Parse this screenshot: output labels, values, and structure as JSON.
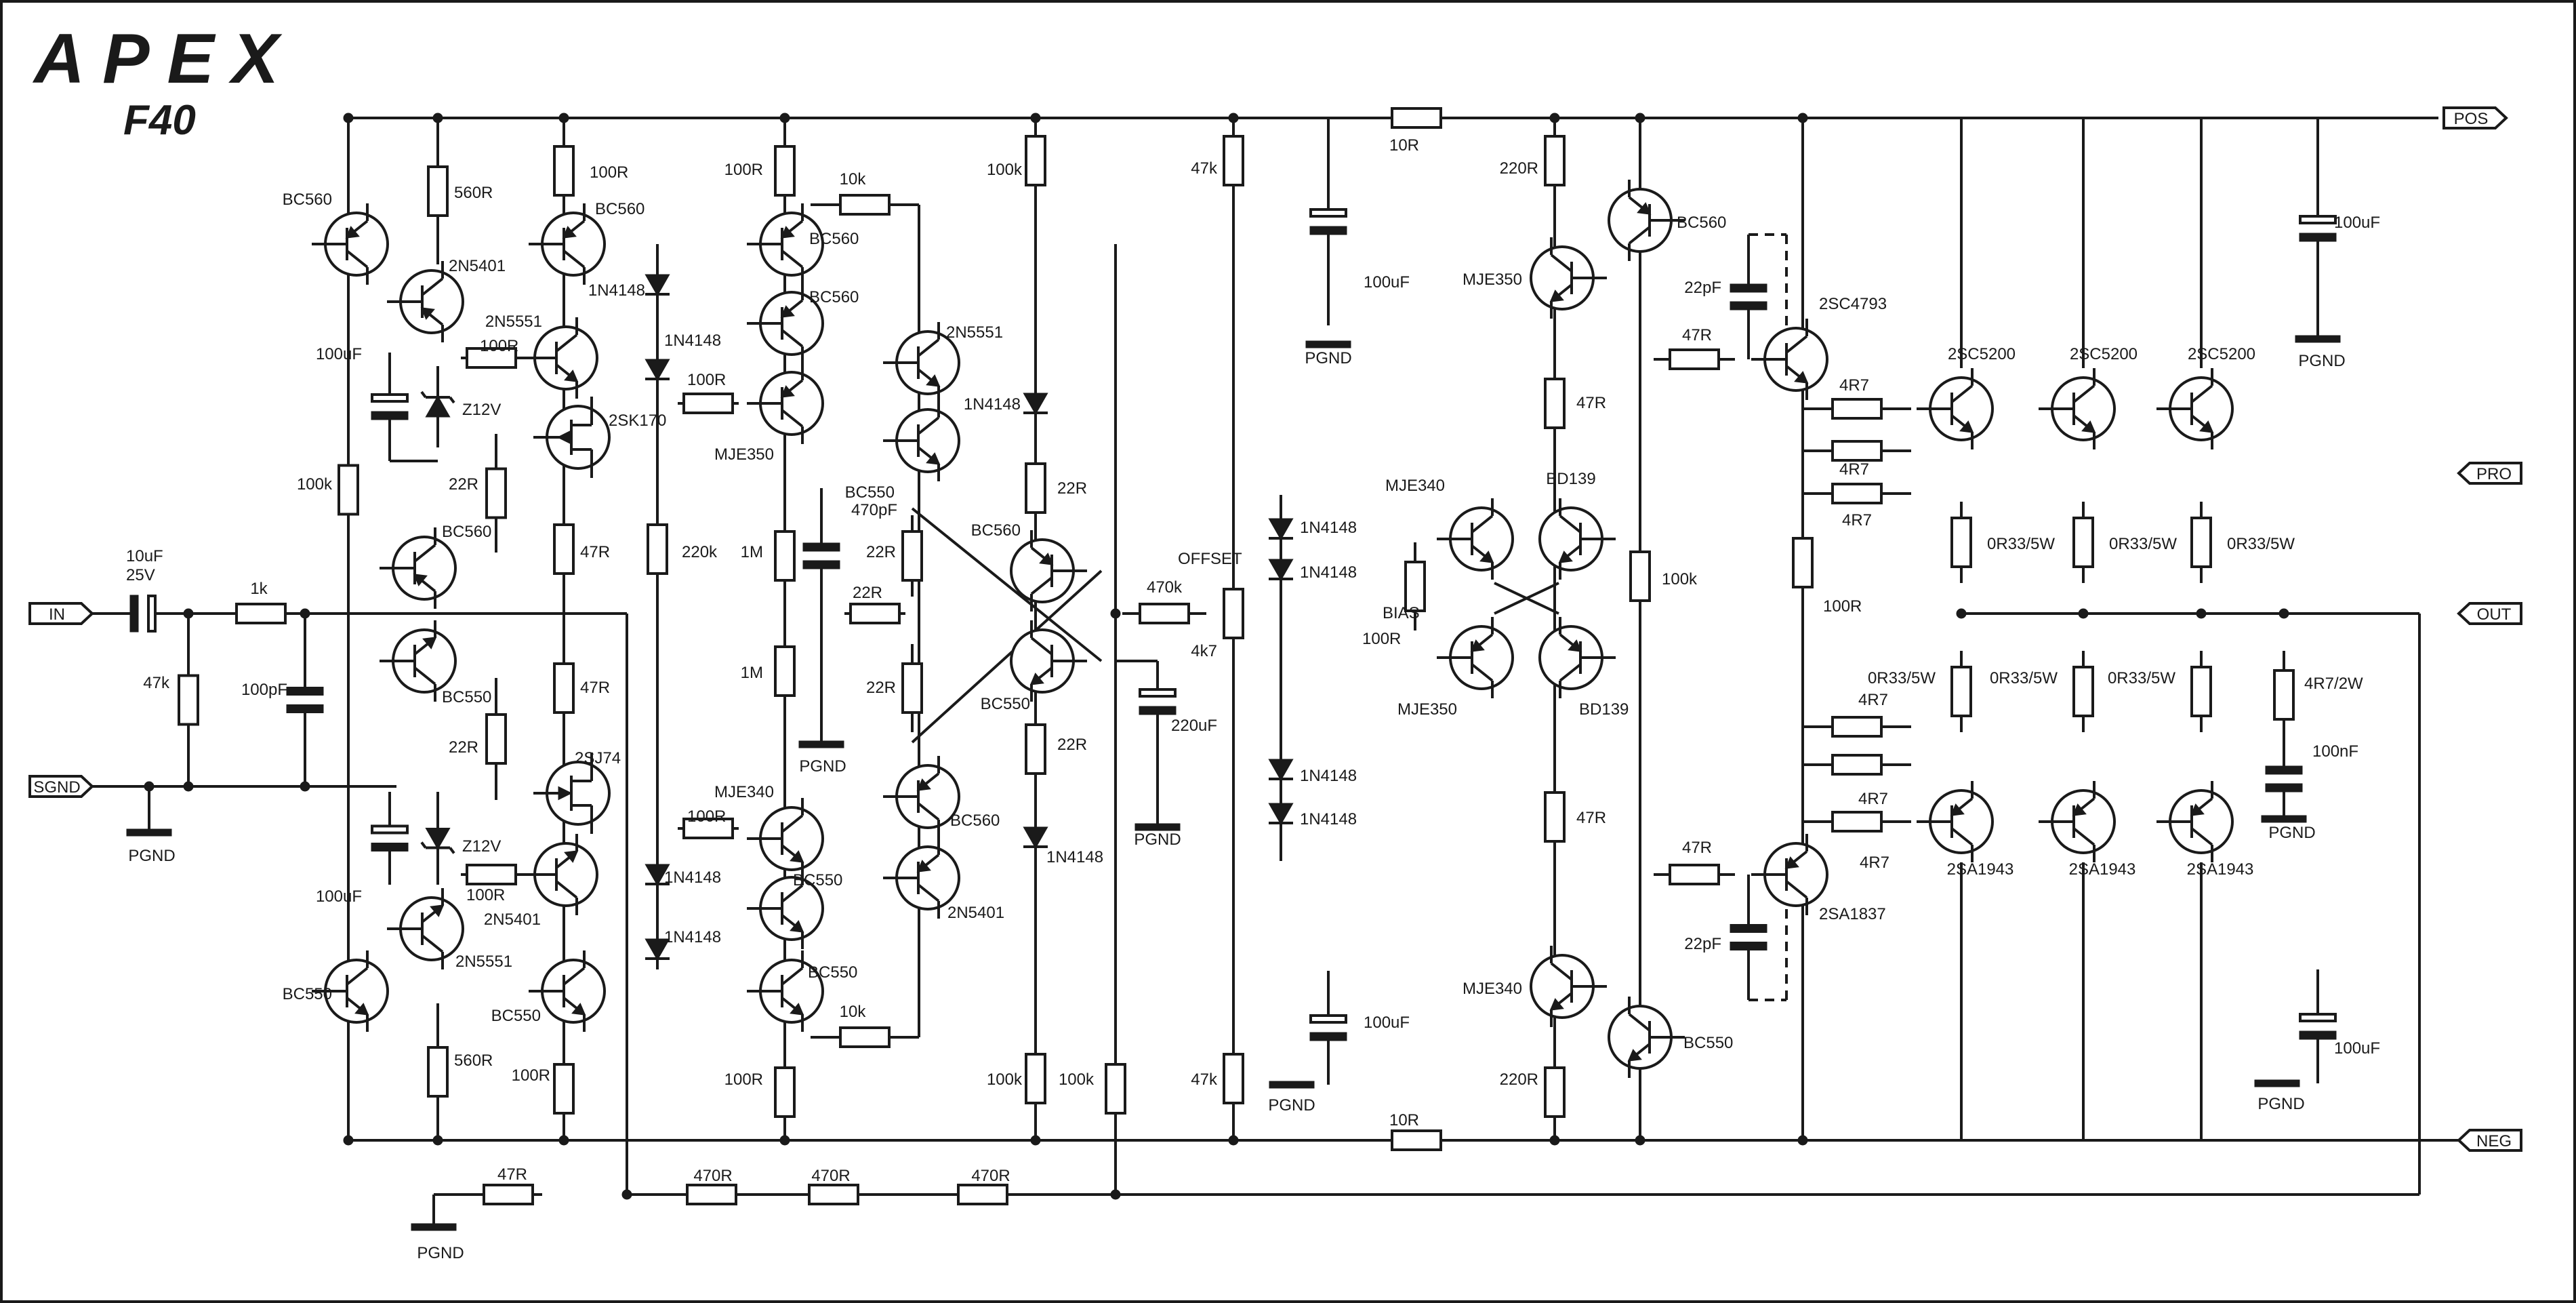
{
  "title": {
    "brand": "APEX",
    "model": "F40"
  },
  "ports": {
    "in": "IN",
    "sgnd": "SGND",
    "pos": "POS",
    "neg": "NEG",
    "out": "OUT",
    "pro": "PRO"
  },
  "labels": {
    "pgnd": "PGND",
    "bc560": "BC560",
    "bc550": "BC550",
    "n2n5401": "2N5401",
    "n2n5551": "2N5551",
    "mje350": "MJE350",
    "mje340": "MJE340",
    "bd139": "BD139",
    "sk170": "2SK170",
    "sj74": "2SJ74",
    "sc4793": "2SC4793",
    "sa1837": "2SA1837",
    "sc5200": "2SC5200",
    "sa1943": "2SA1943",
    "d1n4148": "1N4148",
    "z12v": "Z12V",
    "r560": "560R",
    "r100": "100R",
    "r100k": "100k",
    "r22": "22R",
    "r47": "47R",
    "r220k": "220k",
    "r1m": "1M",
    "r10k": "10k",
    "r1k": "1k",
    "r47k": "47k",
    "r220": "220R",
    "r10": "10R",
    "r470k": "470k",
    "r4k7": "4k7",
    "r4r7": "4R7",
    "r0r33": "0R33/5W",
    "r4r7w": "4R7/2W",
    "r470": "470R",
    "c100uf": "100uF",
    "c10uf": "10uF",
    "v25": "25V",
    "c100pf": "100pF",
    "c470pf": "470pF",
    "c220uf": "220uF",
    "c22pf": "22pF",
    "c100nf": "100nF",
    "offset": "OFFSET",
    "bias": "BIAS"
  }
}
